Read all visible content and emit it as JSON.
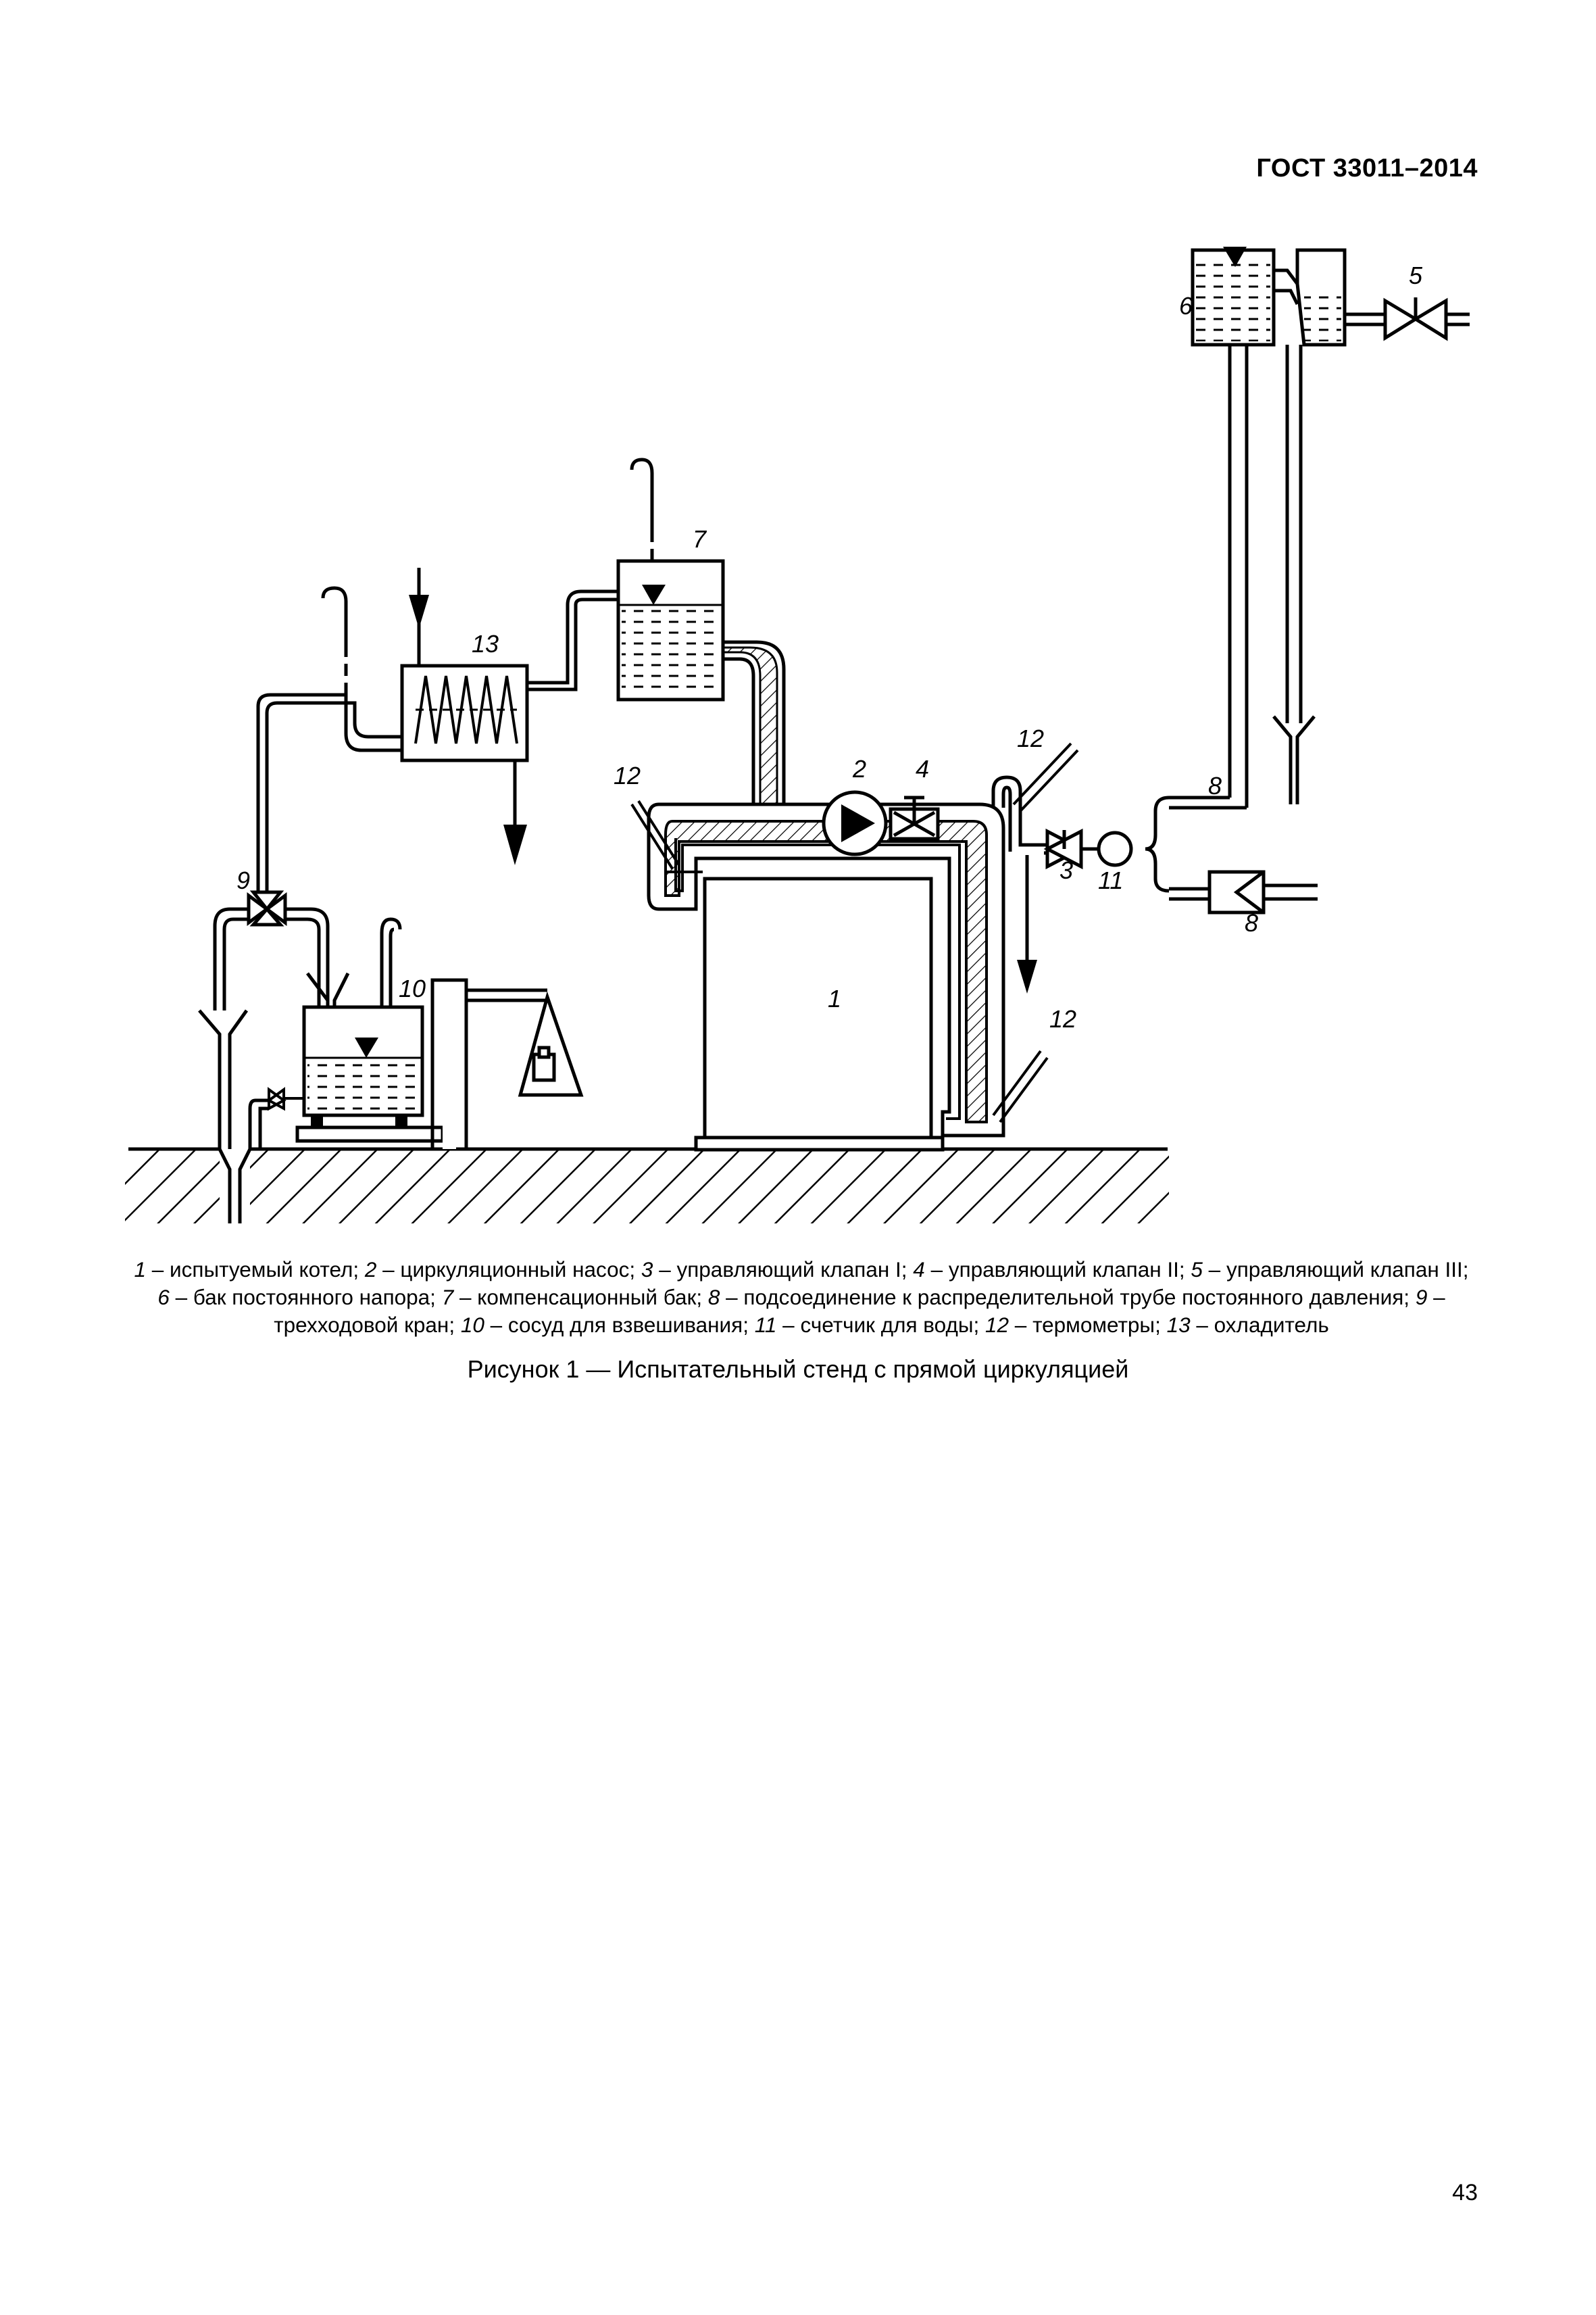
{
  "header": {
    "standard": "ГОСТ 33011–2014"
  },
  "figure": {
    "labels": {
      "l1": "1",
      "l2": "2",
      "l3": "3",
      "l4": "4",
      "l5": "5",
      "l6": "6",
      "l7": "7",
      "l8a": "8",
      "l8b": "8",
      "l9": "9",
      "l10": "10",
      "l11": "11",
      "l12a": "12",
      "l12b": "12",
      "l12c": "12",
      "l13": "13"
    }
  },
  "legend": [
    {
      "num": "1",
      "text": " – испытуемый котел; "
    },
    {
      "num": "2",
      "text": " – циркуляционный насос; "
    },
    {
      "num": "3",
      "text": " – управляющий клапан I; "
    },
    {
      "num": "4",
      "text": " – управляющий клапан II; "
    },
    {
      "num": "5",
      "text": " – управляющий клапан III; "
    },
    {
      "num": "6",
      "text": " – бак постоянного напора; "
    },
    {
      "num": "7",
      "text": " – компенсационный бак; "
    },
    {
      "num": "8",
      "text": " – подсоединение к распределительной трубе постоянного давления; "
    },
    {
      "num": "9",
      "text": " – трехходовой кран; "
    },
    {
      "num": "10",
      "text": " – сосуд для взвешивания; "
    },
    {
      "num": "11",
      "text": " – счетчик для воды; "
    },
    {
      "num": "12",
      "text": " – термометры; "
    },
    {
      "num": "13",
      "text": " – охладитель"
    }
  ],
  "caption": "Рисунок 1 — Испытательный стенд с прямой циркуляцией",
  "page_number": "43"
}
